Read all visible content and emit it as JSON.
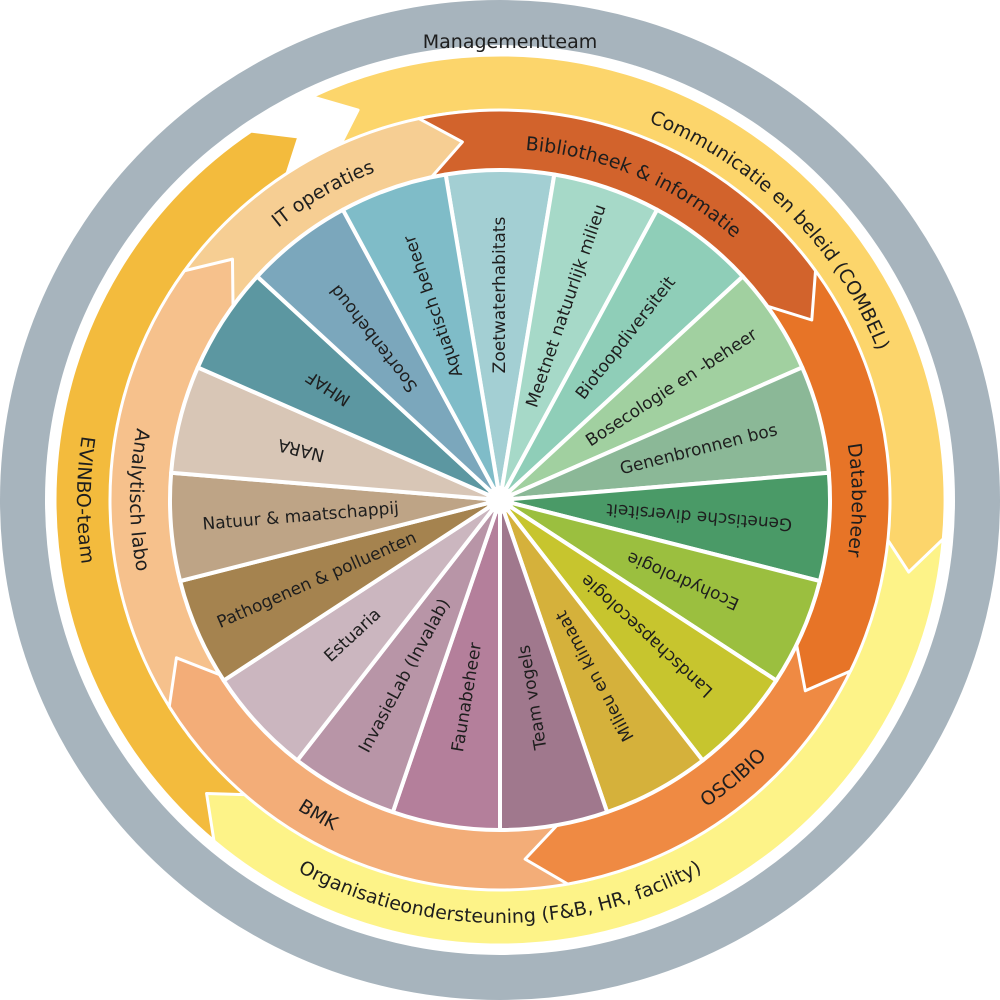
{
  "outer_ring": {
    "label": "Managementteam",
    "color": "#a7b4bd"
  },
  "outer_arrows": [
    {
      "id": "combel",
      "label": "Communicatie en beleid (COMBEL)",
      "color": "#fcd56b"
    },
    {
      "id": "organisatie",
      "label": "Organisatieondersteuning (F&B, HR, facility)",
      "color": "#fdf388"
    },
    {
      "id": "evinbo",
      "label": "EVINBO-team",
      "color": "#f3bb3d"
    }
  ],
  "middle_arrows": [
    {
      "id": "bibliotheek",
      "label": "Bibliotheek & informatie",
      "color": "#d2632c"
    },
    {
      "id": "databeheer",
      "label": "Databeheer",
      "color": "#e77427"
    },
    {
      "id": "oscibio",
      "label": "OSCIBIO",
      "color": "#ef8a43"
    },
    {
      "id": "bmk",
      "label": "BMK",
      "color": "#f3ad78"
    },
    {
      "id": "analytisch",
      "label": "Analytisch labo",
      "color": "#f6c18c"
    },
    {
      "id": "it",
      "label": "IT operaties",
      "color": "#f6ce93"
    }
  ],
  "wheel_segments": [
    {
      "label": "Zoetwaterhabitats",
      "color": "#a3cfd3"
    },
    {
      "label": "Meetnet natuurlijk milieu",
      "color": "#a6d9c8"
    },
    {
      "label": "Biotoopdiversiteit",
      "color": "#8fceb8"
    },
    {
      "label": "Bosecologie en -beheer",
      "color": "#a1d0a0"
    },
    {
      "label": "Genenbronnen bos",
      "color": "#8bb897"
    },
    {
      "label": "Genetische diversiteit",
      "color": "#4a9a67"
    },
    {
      "label": "Ecohydrologie",
      "color": "#9bbf3f"
    },
    {
      "label": "Landschapsecologie",
      "color": "#c7c52e"
    },
    {
      "label": "Milieu en klimaat",
      "color": "#d5b13b"
    },
    {
      "label": "Team vogels",
      "color": "#a0788d"
    },
    {
      "label": "Faunabeheer",
      "color": "#b47f9b"
    },
    {
      "label": "InvasieLab (Invalab)",
      "color": "#b895a7"
    },
    {
      "label": "Estuaria",
      "color": "#cbb6bf"
    },
    {
      "label": "Pathogenen & polluenten",
      "color": "#a5834f"
    },
    {
      "label": "Natuur & maatschappij",
      "color": "#bea486"
    },
    {
      "label": "NARA",
      "color": "#d8c6b6"
    },
    {
      "label": "MHAF",
      "color": "#5c97a1"
    },
    {
      "label": "Soortenbehoud",
      "color": "#7ba7bc"
    },
    {
      "label": "Aquatisch beheer",
      "color": "#7fbcc8"
    }
  ]
}
